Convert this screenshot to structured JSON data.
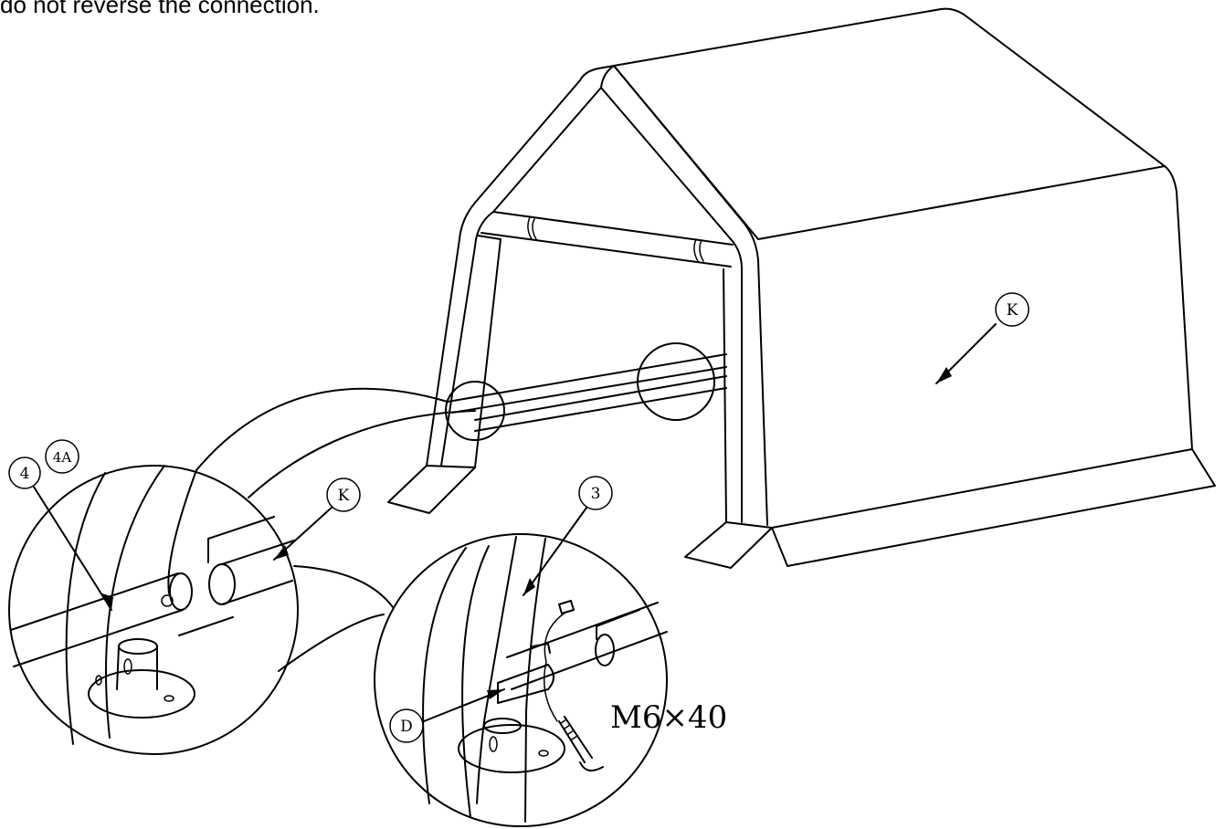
{
  "caption": "do not reverse the connection.",
  "labels": {
    "k_main": "K",
    "k_detail": "K",
    "part_4": "4",
    "part_4a": "4A",
    "part_3": "3",
    "part_d": "D"
  },
  "bolt_spec": "M6×40"
}
